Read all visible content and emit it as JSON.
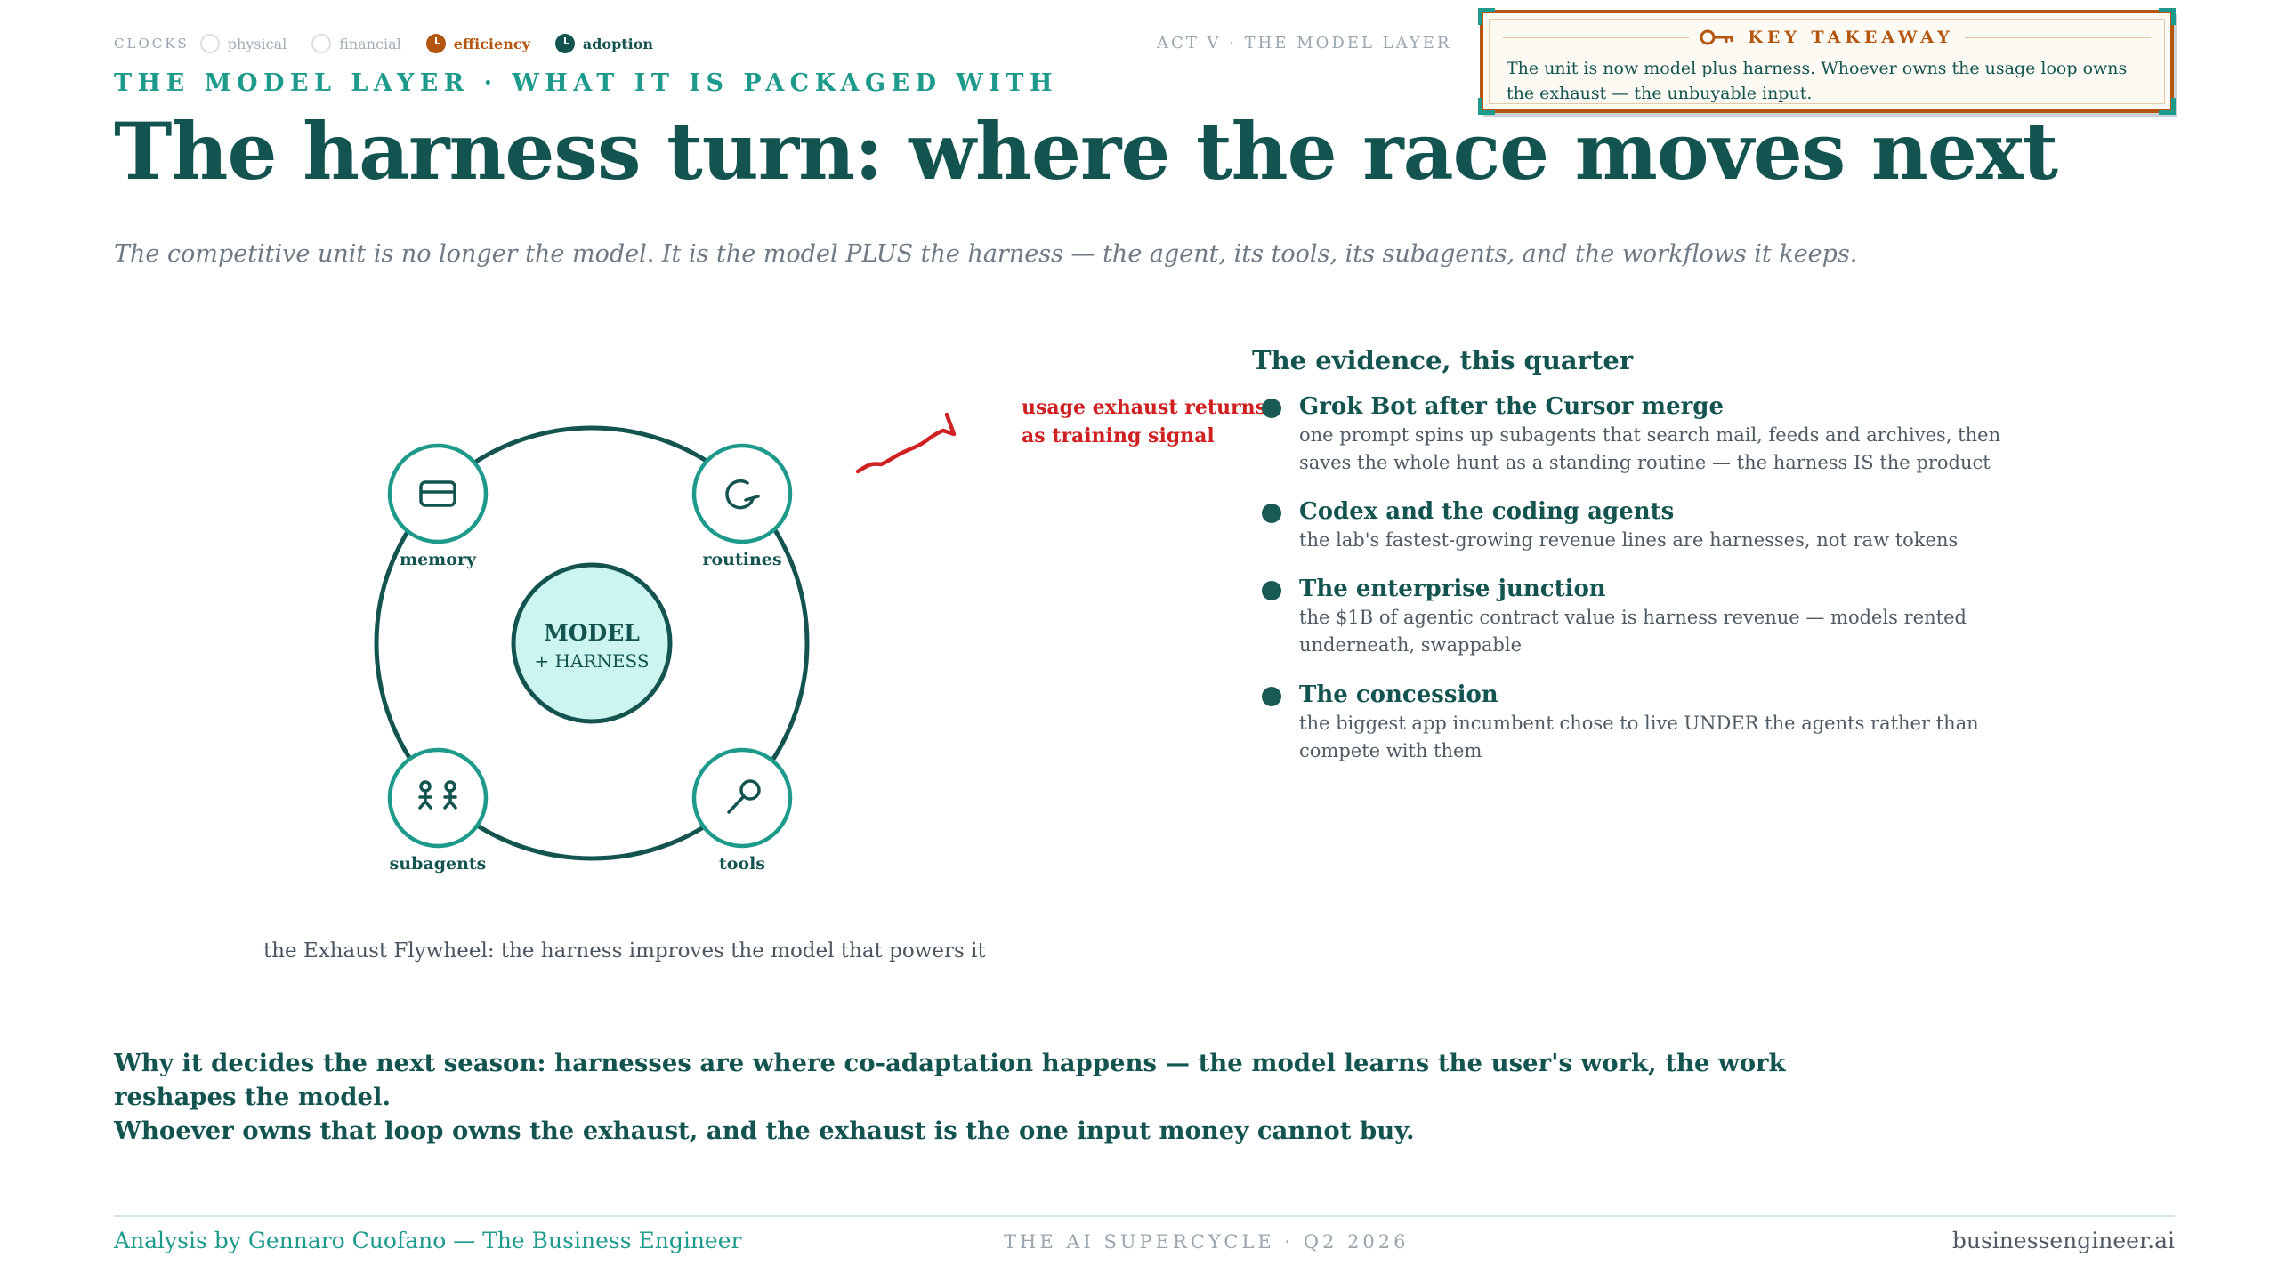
{
  "clocks": {
    "label": "CLOCKS",
    "items": [
      {
        "label": "physical",
        "state": "inactive"
      },
      {
        "label": "financial",
        "state": "inactive"
      },
      {
        "label": "efficiency",
        "state": "active",
        "color": "#b4560f"
      },
      {
        "label": "adoption",
        "state": "active",
        "color": "#135451"
      }
    ]
  },
  "header": {
    "act_label": "ACT V · THE MODEL LAYER",
    "eyebrow": "THE MODEL LAYER · WHAT IT IS PACKAGED WITH",
    "title": "The harness turn: where the race moves next",
    "subtitle": "The competitive unit is no longer the model. It is the model PLUS the harness — the agent, its tools, its subagents, and the workflows it keeps."
  },
  "takeaway": {
    "icon": "key-icon",
    "title": "KEY TAKEAWAY",
    "text": "The unit is now model plus harness. Whoever owns the usage loop owns the exhaust — the unbuyable input."
  },
  "flywheel": {
    "center_title": "MODEL",
    "center_subtitle": "+ HARNESS",
    "nodes": [
      {
        "label": "memory",
        "icon": "memory-card-icon"
      },
      {
        "label": "routines",
        "icon": "loop-arrow-icon"
      },
      {
        "label": "subagents",
        "icon": "people-icon"
      },
      {
        "label": "tools",
        "icon": "wrench-icon"
      }
    ],
    "caption": "the Exhaust Flywheel: the harness improves the model that powers it",
    "annotation_line1": "usage exhaust returns",
    "annotation_line2": "as training signal"
  },
  "evidence": {
    "title": "The evidence, this quarter",
    "items": [
      {
        "title": "Grok Bot after the Cursor merge",
        "desc": "one prompt spins up subagents that search mail, feeds and archives, then saves the whole hunt as a standing routine — the harness IS the product"
      },
      {
        "title": "Codex and the coding agents",
        "desc": "the lab's fastest-growing revenue lines are harnesses, not raw tokens"
      },
      {
        "title": "The enterprise junction",
        "desc": "the $1B of agentic contract value is harness revenue — models rented underneath, swappable"
      },
      {
        "title": "The concession",
        "desc": "the biggest app incumbent chose to live UNDER the agents rather than compete with them"
      }
    ]
  },
  "conclusion": {
    "line1": "Why it decides the next season: harnesses are where co-adaptation happens — the model learns the user's work, the work reshapes the model.",
    "line2": "Whoever owns that loop owns the exhaust, and the exhaust is the one input money cannot buy."
  },
  "footer": {
    "author": "Analysis by Gennaro Cuofano — The Business Engineer",
    "center": "THE AI SUPERCYCLE · Q2 2026",
    "site": "businessengineer.ai"
  }
}
